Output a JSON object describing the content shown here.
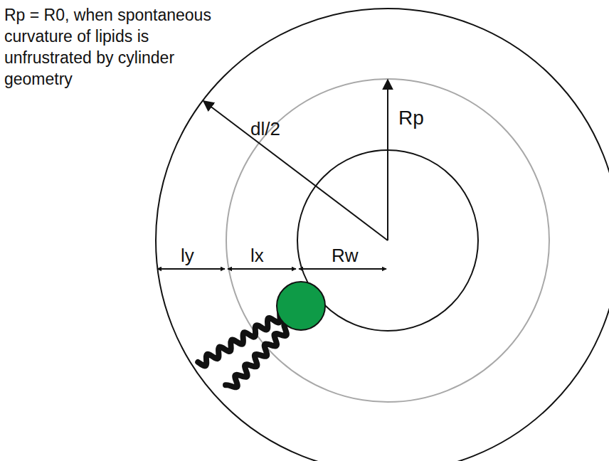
{
  "diagram": {
    "labels": [
      "Rp = R0, when spontaneous curvature of lipids is unfrustrated by cylinder geometry",
      "dl/2",
      "Rp",
      "ly",
      "lx",
      "Rw"
    ]
  }
}
